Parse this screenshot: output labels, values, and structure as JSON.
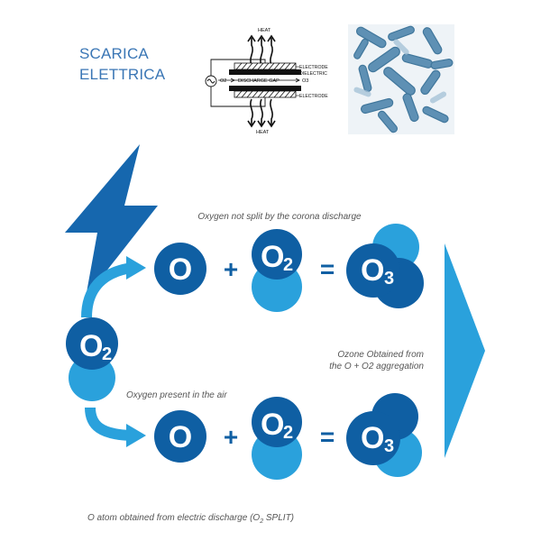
{
  "header": {
    "title_line1": "SCARICA",
    "title_line2": "ELETTRICA"
  },
  "schematic": {
    "heat_top": "HEAT",
    "heat_bottom": "HEAT",
    "electrode_top": "ELECTRODE",
    "dielectric": "DIELECTRIC",
    "electrode_bottom": "ELECTRODE",
    "discharge_gap": "DISCHARGE GAP",
    "input": "O2",
    "output": "O3"
  },
  "diagram": {
    "caption_top": "Oxygen not split by the corona discharge",
    "caption_mid": "Oxygen present in the air",
    "caption_right_1": "Ozone Obtained from",
    "caption_right_2": "the O + O2 aggregation",
    "caption_bottom_main": "O atom obtained from electric discharge (O",
    "caption_bottom_sub": "2",
    "caption_bottom_end": " SPLIT)",
    "o2_source": {
      "main": "O",
      "sub": "2"
    },
    "row_top": {
      "atom": "O",
      "plus": "+",
      "molecule": {
        "main": "O",
        "sub": "2"
      },
      "equals": "=",
      "ozone": {
        "main": "O",
        "sub": "3"
      }
    },
    "row_bottom": {
      "atom": "O",
      "plus": "+",
      "molecule": {
        "main": "O",
        "sub": "2"
      },
      "equals": "=",
      "ozone": {
        "main": "O",
        "sub": "3"
      }
    }
  },
  "colors": {
    "dark_blue": "#0f5fa3",
    "light_blue": "#2aa1dc",
    "bolt": "#1667ae",
    "arrow": "#2aa1dc",
    "title": "#3a76b5"
  }
}
